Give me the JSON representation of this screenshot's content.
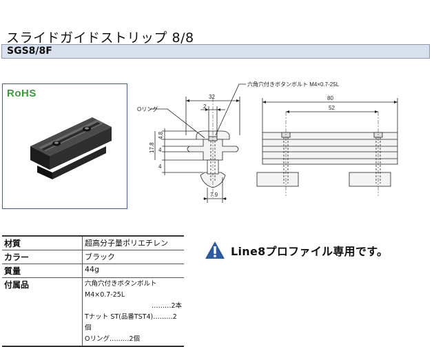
{
  "title": "スライドガイドストリップ 8/8",
  "model": "SGS8/8F",
  "rohs_logo": "RoHS",
  "drawing": {
    "callout_bolt": "六角穴付きボタンボルト M4×0.7-25L",
    "callout_oring": "Oリング",
    "dims": {
      "d32": "32",
      "d2": "2",
      "d4_8": "4.8",
      "d17_8": "17.8",
      "d4a": "4",
      "d4b": "4",
      "d7_9": "7.9",
      "d80": "80",
      "d52": "52"
    }
  },
  "specs": [
    {
      "label": "材質",
      "value": "超高分子量ポリエチレン"
    },
    {
      "label": "カラー",
      "value": "ブラック"
    },
    {
      "label": "質量",
      "value": "44g"
    }
  ],
  "accessories": {
    "label": "付属品",
    "items": [
      {
        "name": "六角穴付きボタンボルト M4×0.7-25L",
        "qty": "………2本"
      },
      {
        "name": "Tナット ST(品番TST4)",
        "qty": "………2個"
      },
      {
        "name": "Oリング",
        "qty": "………2個"
      }
    ]
  },
  "notice": "Line8プロファイル専用です。",
  "colors": {
    "accent": "#2c5a9e",
    "warning": "#2c5a9e",
    "header_bar": "#d9e1ee"
  }
}
